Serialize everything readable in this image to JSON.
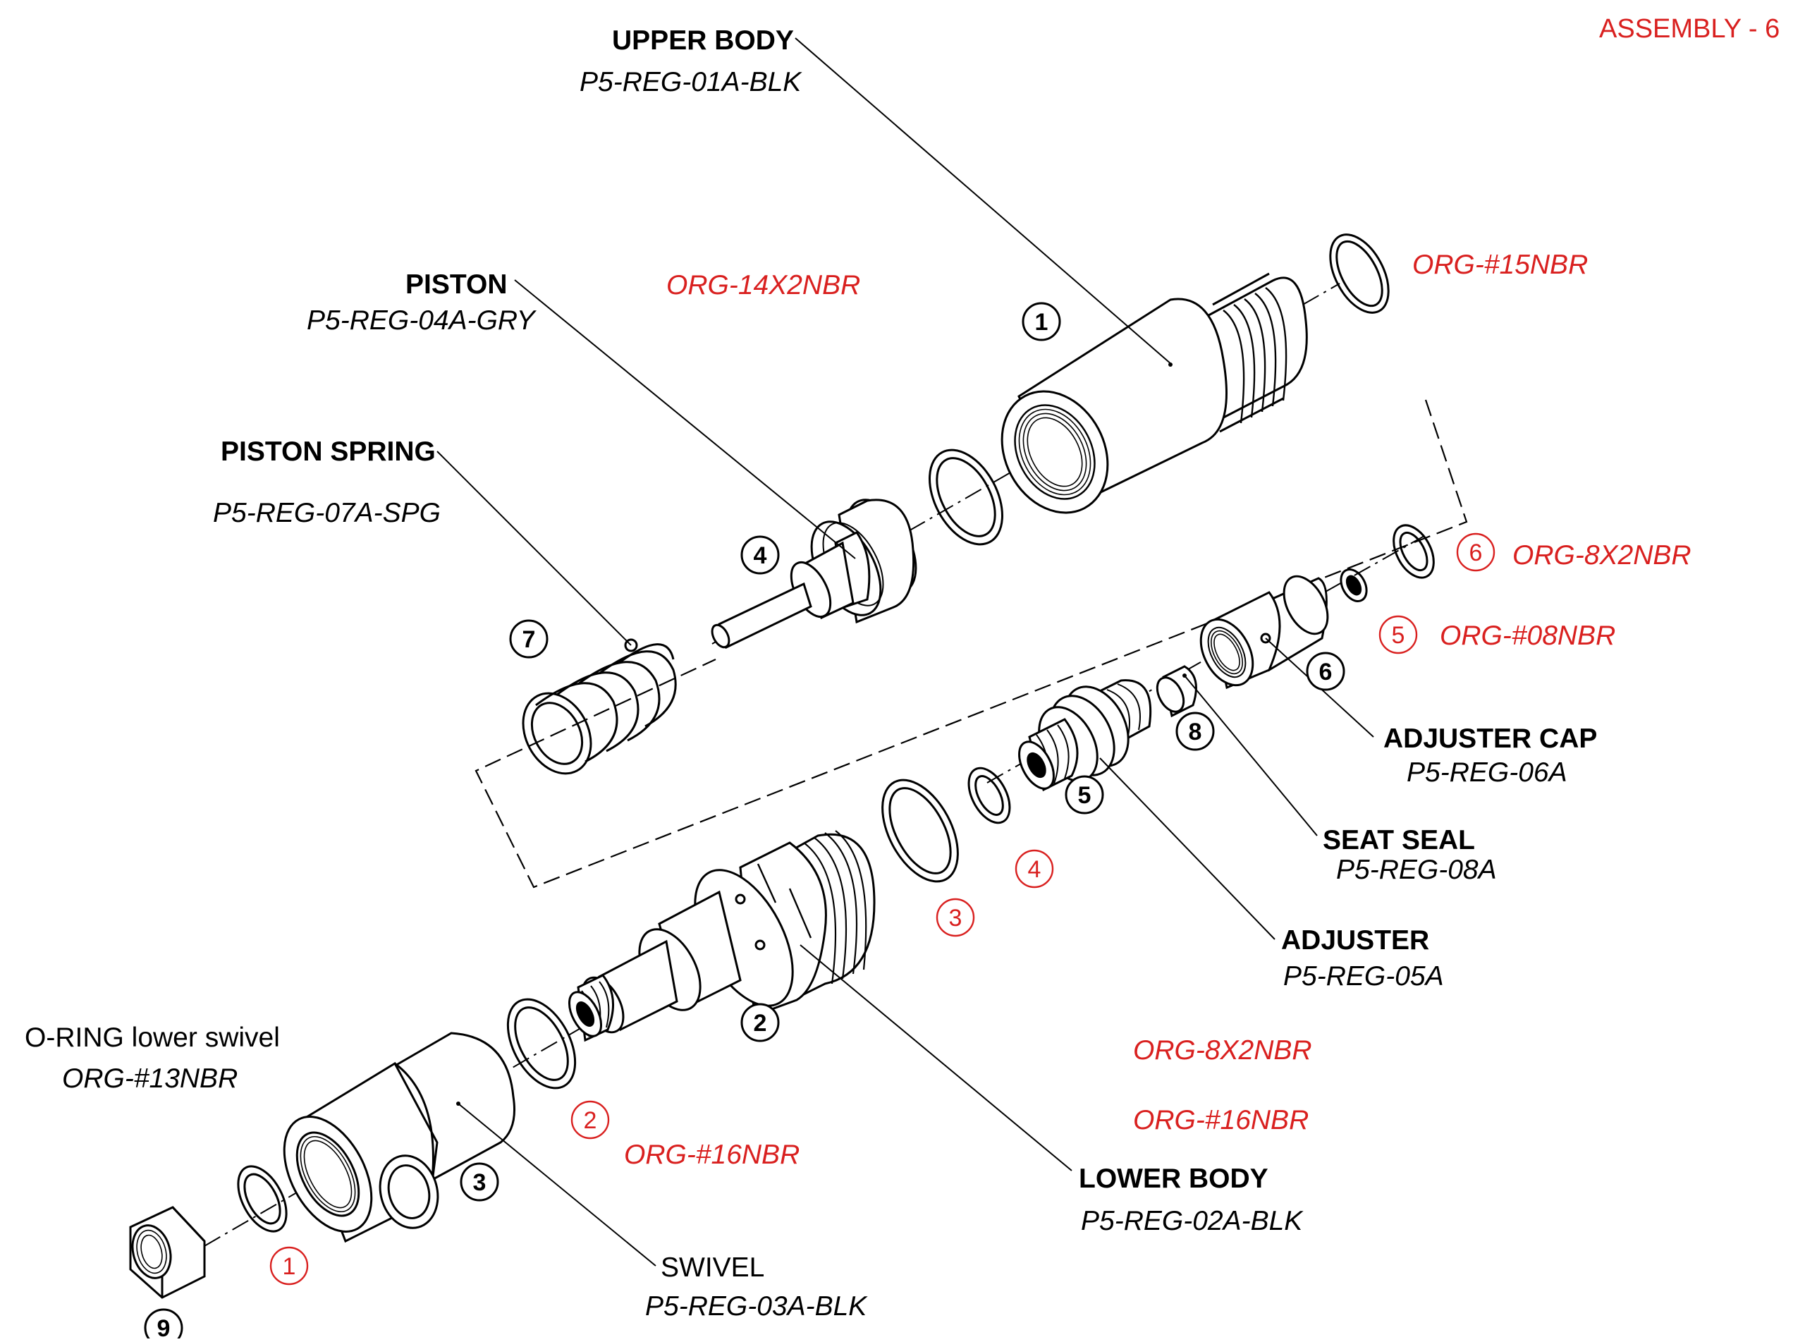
{
  "title": "ASSEMBLY - 6",
  "parts": {
    "upper_body": {
      "name": "UPPER BODY",
      "pn": "P5-REG-01A-BLK"
    },
    "piston": {
      "name": "PISTON",
      "pn": "P5-REG-04A-GRY"
    },
    "piston_spring": {
      "name": "PISTON SPRING",
      "pn": "P5-REG-07A-SPG"
    },
    "adjuster_cap": {
      "name": "ADJUSTER CAP",
      "pn": "P5-REG-06A"
    },
    "seat_seal": {
      "name": "SEAT SEAL",
      "pn": "P5-REG-08A"
    },
    "adjuster": {
      "name": "ADJUSTER",
      "pn": "P5-REG-05A"
    },
    "lower_body": {
      "name": "LOWER BODY",
      "pn": "P5-REG-02A-BLK"
    },
    "swivel": {
      "name": "SWIVEL",
      "pn": "P5-REG-03A-BLK"
    },
    "oring_lower_swivel": {
      "name": "O-RING lower swivel",
      "pn": "ORG-#13NBR"
    }
  },
  "orings": {
    "org_14x2": "ORG-14X2NBR",
    "org_15": "ORG-#15NBR",
    "org_8x2_top": "ORG-8X2NBR",
    "org_08": "ORG-#08NBR",
    "org_8x2_legend": "ORG-8X2NBR",
    "org_16_legend": "ORG-#16NBR",
    "org_16": "ORG-#16NBR"
  },
  "callouts": {
    "black": [
      "1",
      "2",
      "3",
      "4",
      "5",
      "6",
      "7",
      "8",
      "9"
    ],
    "red": [
      "1",
      "2",
      "3",
      "4",
      "5",
      "6"
    ]
  }
}
